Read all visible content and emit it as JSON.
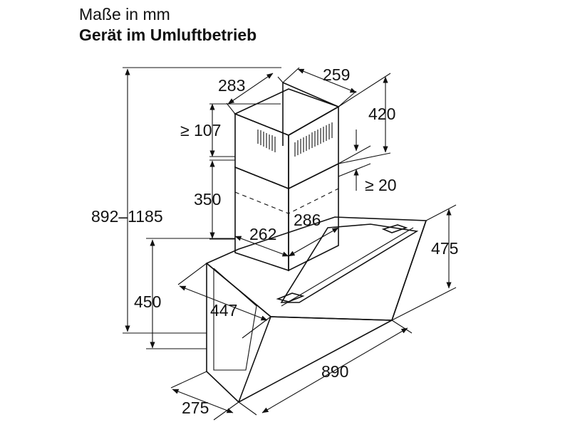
{
  "header": {
    "line1": "Maße in mm",
    "line2": "Gerät im Umluftbetrieb"
  },
  "dimensions": {
    "chimney_width": "283",
    "chimney_depth": "259",
    "chimney_upper_height": "420",
    "top_gap": "≥ 107",
    "chimney_overlap": "≥ 20",
    "chimney_lower_height": "350",
    "total_height": "892–1185",
    "chimney_base_width": "262",
    "chimney_base_depth": "286",
    "panel_height": "475",
    "body_height": "450",
    "body_depth": "447",
    "width": "890",
    "base_depth": "275"
  }
}
